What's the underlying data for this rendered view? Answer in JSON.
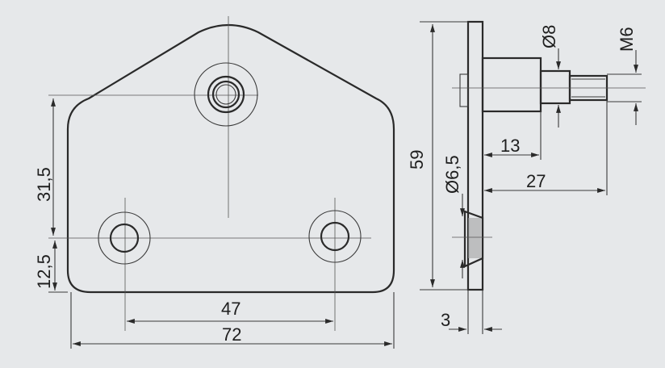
{
  "dimensions": {
    "overall_width": "72",
    "hole_spacing": "47",
    "upper_height": "31,5",
    "lower_height": "12,5",
    "total_height": "59",
    "hole_diameter": "Ø6,5",
    "pin_diameter": "Ø8",
    "thread": "M6",
    "pin_length_13": "13",
    "pin_length_27": "27",
    "thickness": "3"
  },
  "colors": {
    "paper": "#e6e8ea",
    "ink": "#2a2a2a"
  }
}
